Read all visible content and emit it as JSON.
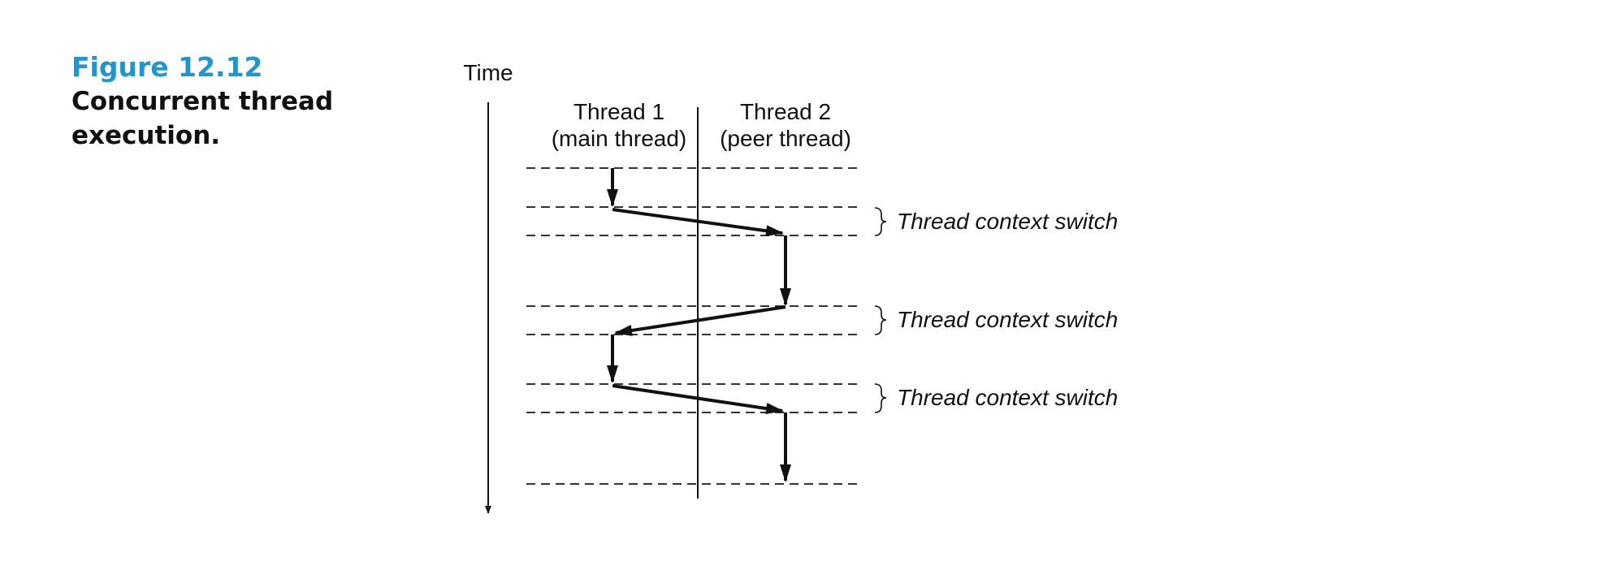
{
  "figure": {
    "number": "Figure 12.12",
    "title": "Concurrent thread\nexecution."
  },
  "diagram": {
    "time_label": "Time",
    "threads": [
      {
        "line1": "Thread 1",
        "line2": "(main thread)"
      },
      {
        "line1": "Thread 2",
        "line2": "(peer thread)"
      }
    ],
    "context_switch_label": "Thread context switch",
    "context_switch_count": 3,
    "colors": {
      "caption_accent": "#1f95d2",
      "ink": "#111111"
    }
  }
}
